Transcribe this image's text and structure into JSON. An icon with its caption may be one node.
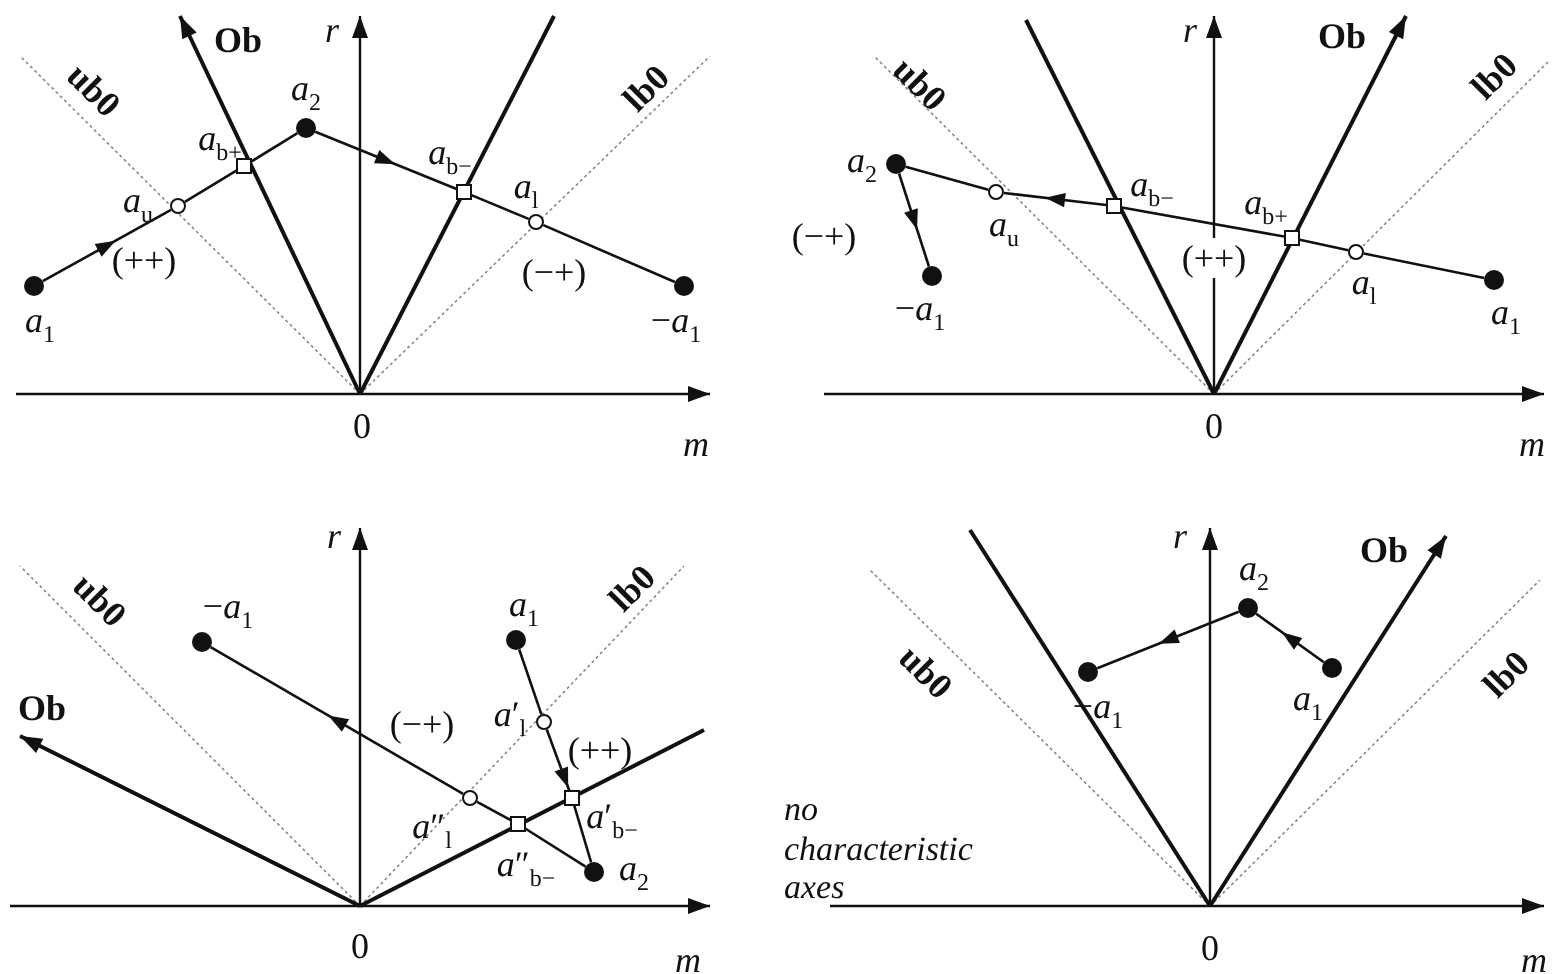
{
  "diagram": {
    "nodes": [
      {
        "text": [
          "*a*$_{1}$"
        ]
      },
      {
        "text": [
          "*a*$_{u}$"
        ]
      },
      {
        "text": [
          "*a*$_{b+}$"
        ]
      },
      {
        "text": [
          "*a*$_{2}$"
        ]
      },
      {
        "text": [
          "*a*$_{b−}$"
        ]
      },
      {
        "text": [
          "*a*$_{l}$"
        ]
      },
      {
        "text": [
          "−*a*$_{1}$"
        ]
      },
      {
        "text": [
          "*a*$_{2}$"
        ]
      },
      {
        "text": [
          "*a*$_{u}$"
        ]
      },
      {
        "text": [
          "*a*$_{b−}$"
        ]
      },
      {
        "text": [
          "*a*$_{b+}$"
        ]
      },
      {
        "text": [
          "*a*$_{l}$"
        ]
      },
      {
        "text": [
          "−*a*$_{1}$"
        ]
      },
      {
        "text": [
          "*a*$_{1}$"
        ]
      },
      {
        "text": [
          "−*a*$_{1}$"
        ]
      },
      {
        "text": [
          "*a*$_{1}$"
        ]
      },
      {
        "text": [
          "*a*′$_{l}$"
        ]
      },
      {
        "text": [
          "*a*′$_{b−}$"
        ]
      },
      {
        "text": [
          "*a*″$_{l}$"
        ]
      },
      {
        "text": [
          "*a*″$_{b−}$"
        ]
      },
      {
        "text": [
          "*a*$_{2}$"
        ]
      },
      {
        "text": [
          "*a*$_{2}$"
        ]
      },
      {
        "text": [
          "−*a*$_{1}$"
        ]
      },
      {
        "text": [
          "*a*$_{1}$"
        ]
      }
    ],
    "edges": [
      {
        "from": 0,
        "to": 1,
        "arrow": "to"
      },
      {
        "from": 1,
        "to": 2,
        "arrow": "none"
      },
      {
        "from": 2,
        "to": 3,
        "arrow": "none"
      },
      {
        "from": 3,
        "to": 4,
        "arrow": "to"
      },
      {
        "from": 4,
        "to": 5,
        "arrow": "none"
      },
      {
        "from": 5,
        "to": 6,
        "arrow": "none"
      },
      {
        "from": 13,
        "to": 11,
        "arrow": "none"
      },
      {
        "from": 11,
        "to": 10,
        "arrow": "none"
      },
      {
        "from": 10,
        "to": 9,
        "arrow": "none"
      },
      {
        "from": 9,
        "to": 8,
        "arrow": "to"
      },
      {
        "from": 8,
        "to": 7,
        "arrow": "none"
      },
      {
        "from": 7,
        "to": 12,
        "arrow": "to"
      },
      {
        "from": 15,
        "to": 16,
        "arrow": "none"
      },
      {
        "from": 16,
        "to": 17,
        "arrow": "to"
      },
      {
        "from": 17,
        "to": 20,
        "arrow": "none"
      },
      {
        "from": 20,
        "to": 19,
        "arrow": "none"
      },
      {
        "from": 19,
        "to": 18,
        "arrow": "none"
      },
      {
        "from": 18,
        "to": 14,
        "arrow": "to"
      },
      {
        "from": 23,
        "to": 21,
        "arrow": "to"
      },
      {
        "from": 21,
        "to": 22,
        "arrow": "to"
      }
    ],
    "labels": [
      "Ob",
      "r",
      "ub0",
      "lb0",
      "(++)",
      "(−+)",
      "0",
      "m",
      "r",
      "Ob",
      "ub0",
      "lb0",
      "(−+)",
      "(++)",
      "0",
      "m",
      "r",
      "ub0",
      "lb0",
      "Ob",
      "(−+)",
      "(++)",
      "0",
      "m",
      "r",
      "Ob",
      "ub0",
      "lb0",
      "no characteristic axes",
      "0",
      "m"
    ]
  }
}
